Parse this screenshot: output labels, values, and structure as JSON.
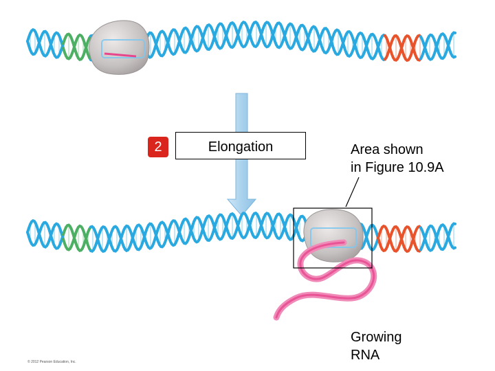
{
  "step": {
    "number": "2",
    "label": "Elongation"
  },
  "callout": {
    "line1": "Area shown",
    "line2": "in Figure 10.9A"
  },
  "rna": {
    "line1": "Growing",
    "line2": "RNA"
  },
  "copyright": "© 2012 Pearson Education, Inc.",
  "colors": {
    "dna": "#29a9e0",
    "promoter": "#4caf64",
    "terminator": "#e8532b",
    "rna": "#e6468c",
    "polymerase": "#c8c4c4",
    "arrow": "#a9d2ee",
    "badge": "#d9251c"
  },
  "icons": [
    "dna-helix-icon",
    "rna-polymerase-icon",
    "rna-strand-icon",
    "down-arrow-icon"
  ]
}
